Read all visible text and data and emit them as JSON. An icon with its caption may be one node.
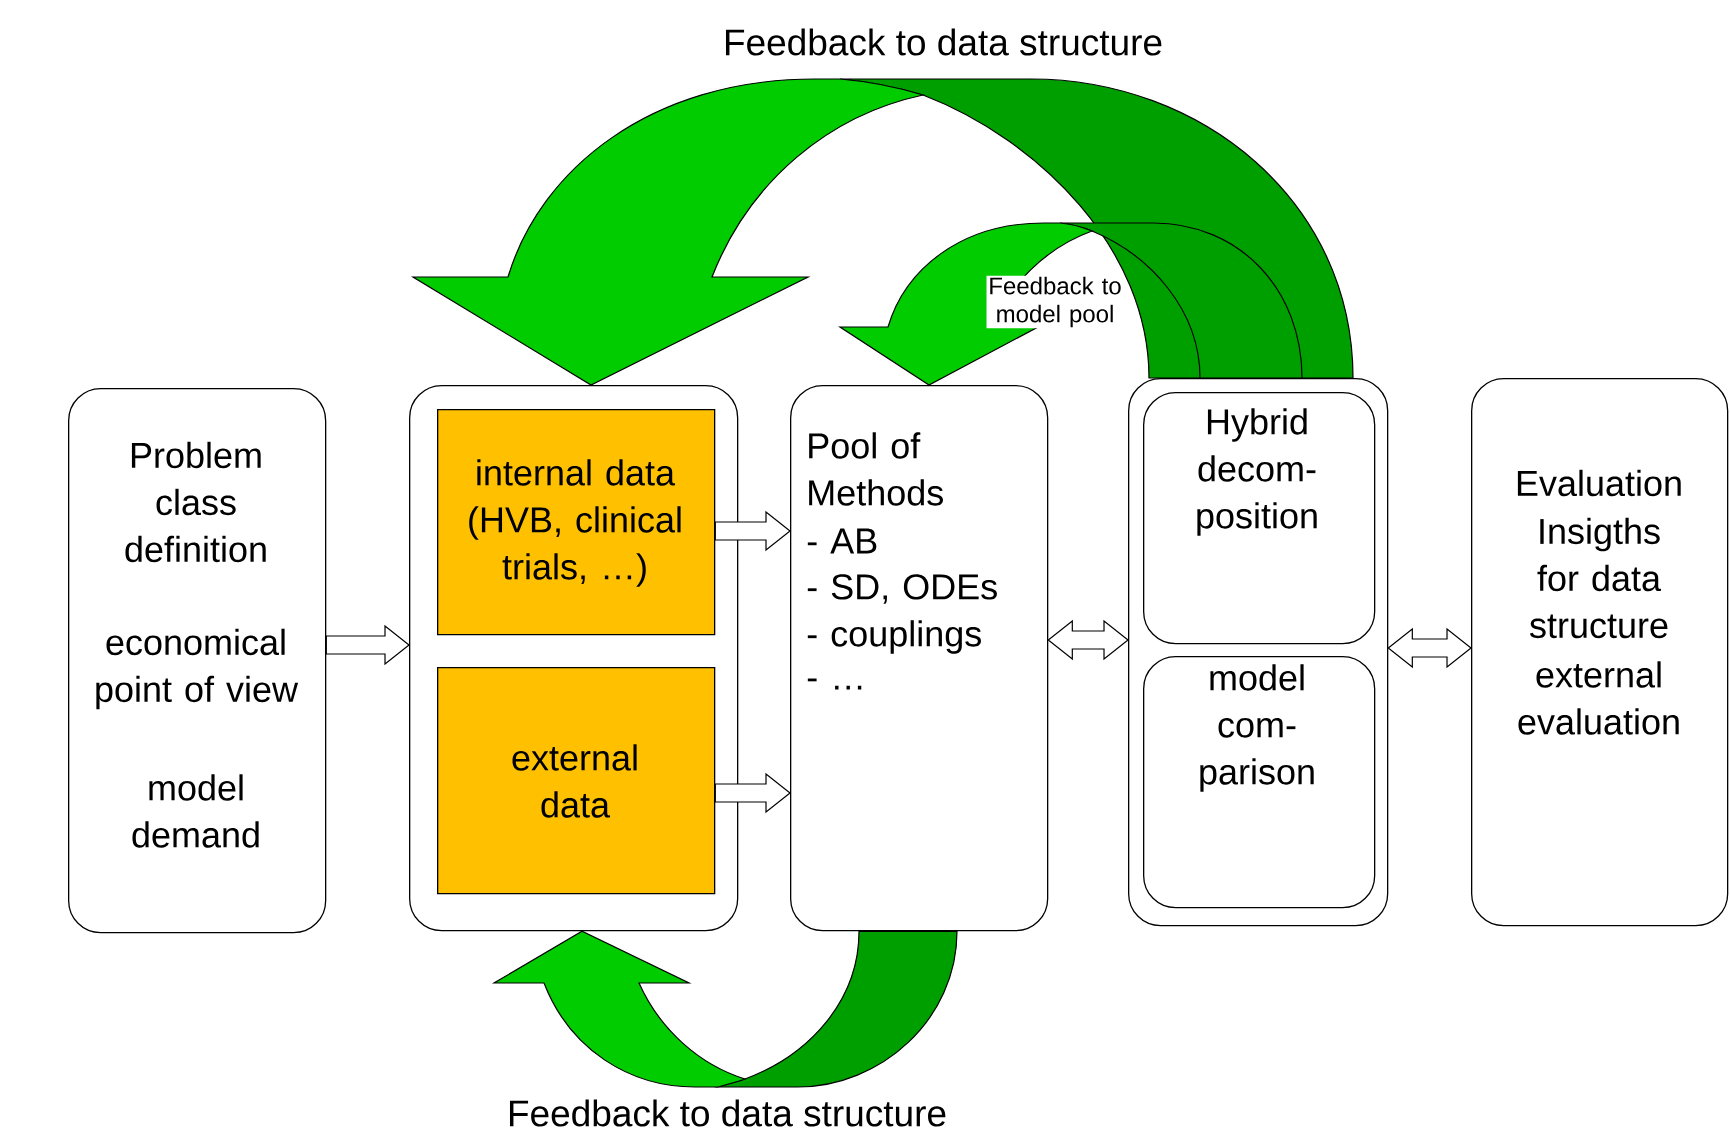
{
  "diagram": {
    "nodes": [
      {
        "text": [
          "Problem class definition",
          "economical point of view",
          "model demand"
        ]
      },
      {
        "text": [],
        "shape": "box"
      },
      {
        "text": [
          "internal data (HVB, clinical trials, …)"
        ],
        "in": 1
      },
      {
        "text": [
          "external data"
        ],
        "in": 1
      },
      {
        "text": [
          "Pool of Methods",
          "- AB",
          "- SD, ODEs",
          "- couplings",
          "- …"
        ]
      },
      {
        "text": [],
        "shape": "box"
      },
      {
        "text": [
          "Hybrid decom- position"
        ],
        "in": 5
      },
      {
        "text": [
          "model com- parison"
        ],
        "in": 5
      },
      {
        "text": [
          "Evaluation",
          "Insigths for data structure",
          "external evaluation"
        ]
      }
    ],
    "edges": [
      {
        "from": 0,
        "to": 1,
        "arrow": "to"
      },
      {
        "from": 2,
        "to": 4,
        "arrow": "to"
      },
      {
        "from": 3,
        "to": 4,
        "arrow": "to"
      },
      {
        "from": 4,
        "to": 5,
        "arrow": "both"
      },
      {
        "from": 5,
        "to": 8,
        "arrow": "both"
      },
      {
        "from": 5,
        "to": 1,
        "arrow": "to",
        "label": "Feedback to data structure",
        "style": "thick",
        "color": "#00cc00"
      },
      {
        "from": 5,
        "to": 4,
        "arrow": "to",
        "label": "Feedback to model pool",
        "style": "thick",
        "color": "#00cc00"
      },
      {
        "from": 4,
        "to": 1,
        "arrow": "to",
        "label": "Feedback to data structure",
        "style": "thick",
        "color": "#00cc00"
      }
    ]
  }
}
